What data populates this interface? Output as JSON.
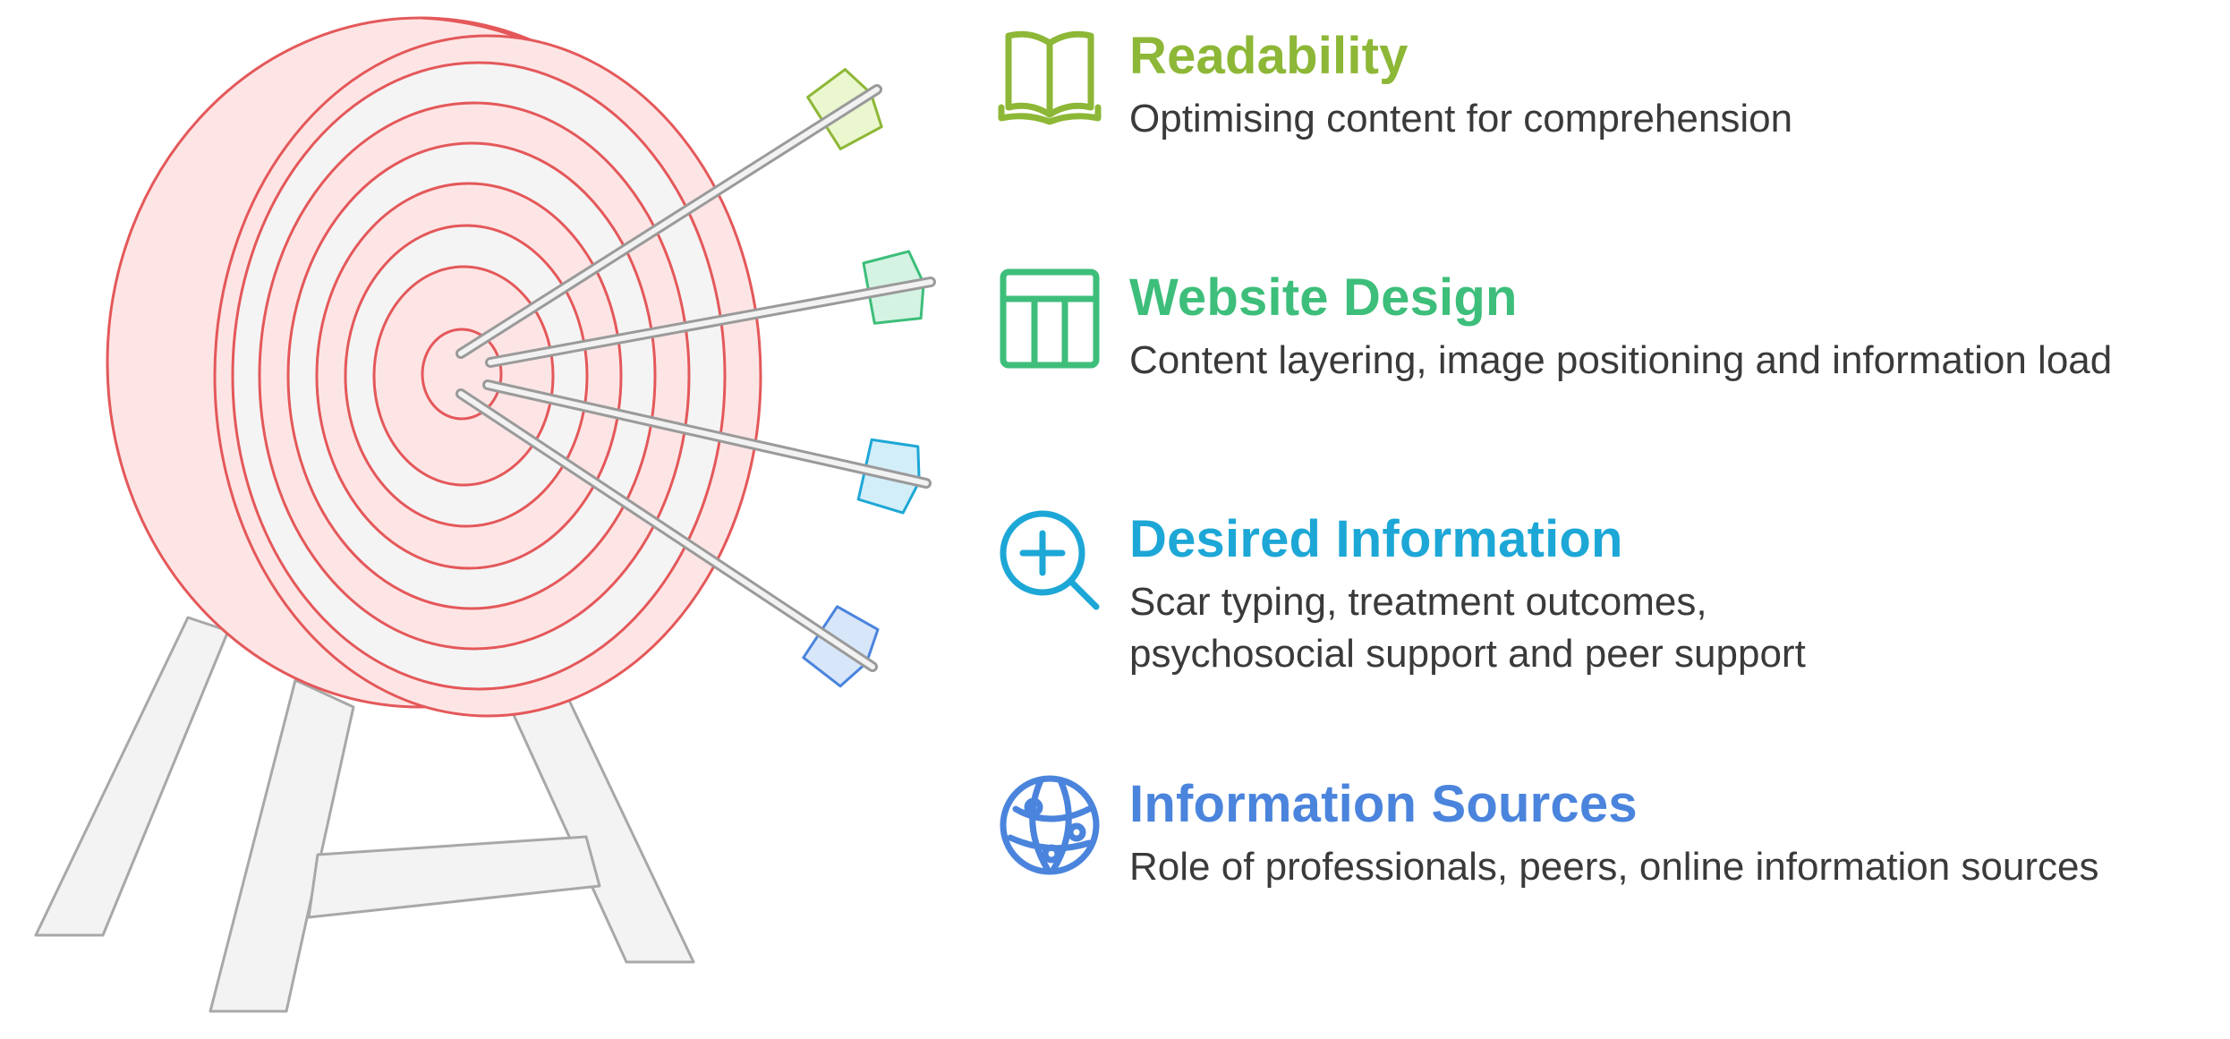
{
  "illustration": {
    "name": "target-with-arrows",
    "icon": "archery-target-icon"
  },
  "items": [
    {
      "title": "Readability",
      "description": [
        "Optimising content for comprehension"
      ],
      "icon": "open-book-icon",
      "color": "#8DB736",
      "fletching_fill": "#EAF7CF"
    },
    {
      "title": "Website Design",
      "description": [
        "Content layering, image positioning and information load"
      ],
      "icon": "layout-grid-icon",
      "color": "#3DBE7A",
      "fletching_fill": "#D5F3E3"
    },
    {
      "title": "Desired Information",
      "description": [
        "Scar typing, treatment outcomes,",
        "psychosocial support and peer support"
      ],
      "icon": "zoom-in-icon",
      "color": "#1DA7D6",
      "fletching_fill": "#D2EEF8"
    },
    {
      "title": "Information Sources",
      "description": [
        "Role of professionals, peers, online information sources"
      ],
      "icon": "globe-network-icon",
      "color": "#4A84DC",
      "fletching_fill": "#D8E6FA"
    }
  ],
  "colors": {
    "target_stroke": "#E4585A",
    "target_fill": "#FDE5E5",
    "ring_fill": "#F4F4F4",
    "stand_fill": "#F3F3F3",
    "stand_stroke": "#A8A8A8",
    "desc_text": "#3A3A3A"
  }
}
